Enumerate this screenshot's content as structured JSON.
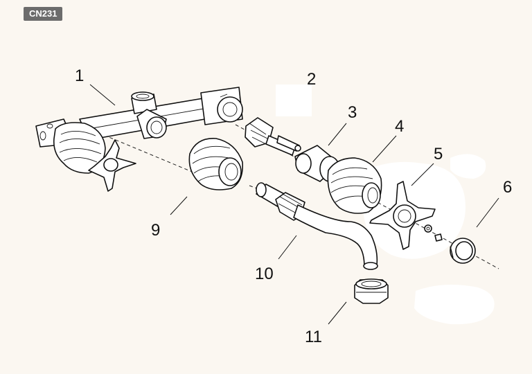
{
  "diagram": {
    "code": "CN231",
    "callouts": [
      {
        "id": "1",
        "label": "1"
      },
      {
        "id": "2",
        "label": "2"
      },
      {
        "id": "3",
        "label": "3"
      },
      {
        "id": "4",
        "label": "4"
      },
      {
        "id": "5",
        "label": "5"
      },
      {
        "id": "6",
        "label": "6"
      },
      {
        "id": "9",
        "label": "9"
      },
      {
        "id": "10",
        "label": "10"
      },
      {
        "id": "11",
        "label": "11"
      }
    ]
  }
}
